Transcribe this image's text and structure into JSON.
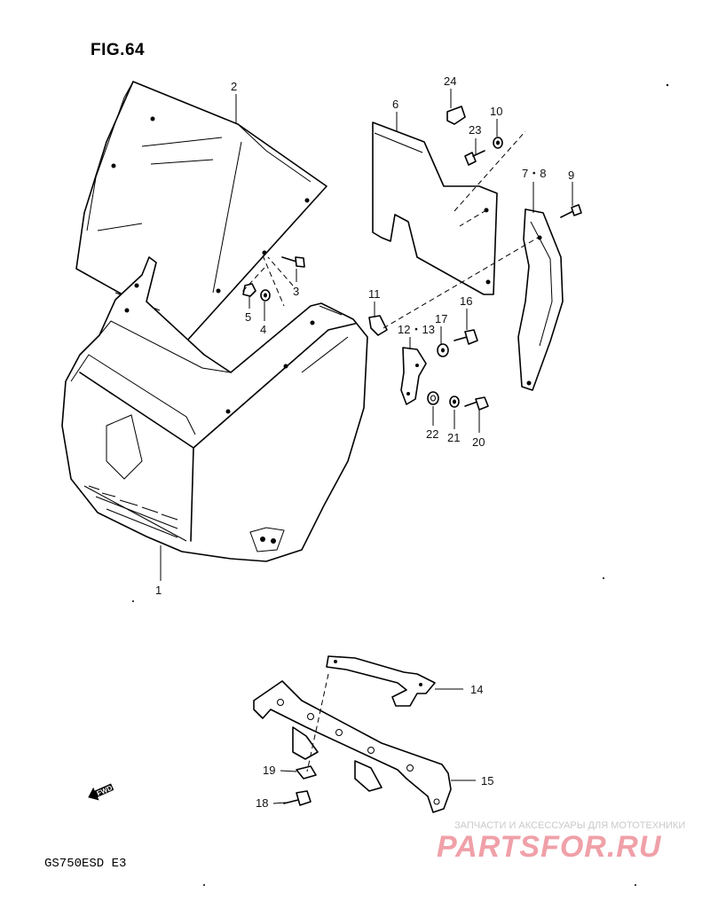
{
  "figure": {
    "title": "FIG.64",
    "model": "GS750ESD  E3",
    "fwd_badge": "FWD"
  },
  "callouts": {
    "p1": "1",
    "p2": "2",
    "p3": "3",
    "p4": "4",
    "p5": "5",
    "p6": "6",
    "p7_8": "7・8",
    "p9": "9",
    "p10": "10",
    "p11": "11",
    "p12_13": "12・13",
    "p14": "14",
    "p15": "15",
    "p16": "16",
    "p17": "17",
    "p18": "18",
    "p19": "19",
    "p20": "20",
    "p21": "21",
    "p22": "22",
    "p23": "23",
    "p24": "24"
  },
  "watermark": {
    "tagline": "ЗАПЧАСТИ И АКСЕССУАРЫ ДЛЯ МОТОТЕХНИКИ",
    "logo": "PARTSFOR.RU"
  },
  "colors": {
    "line": "#000000",
    "background": "#ffffff",
    "watermark_logo": "#f0a0a8",
    "watermark_text": "#c9c9c9"
  }
}
